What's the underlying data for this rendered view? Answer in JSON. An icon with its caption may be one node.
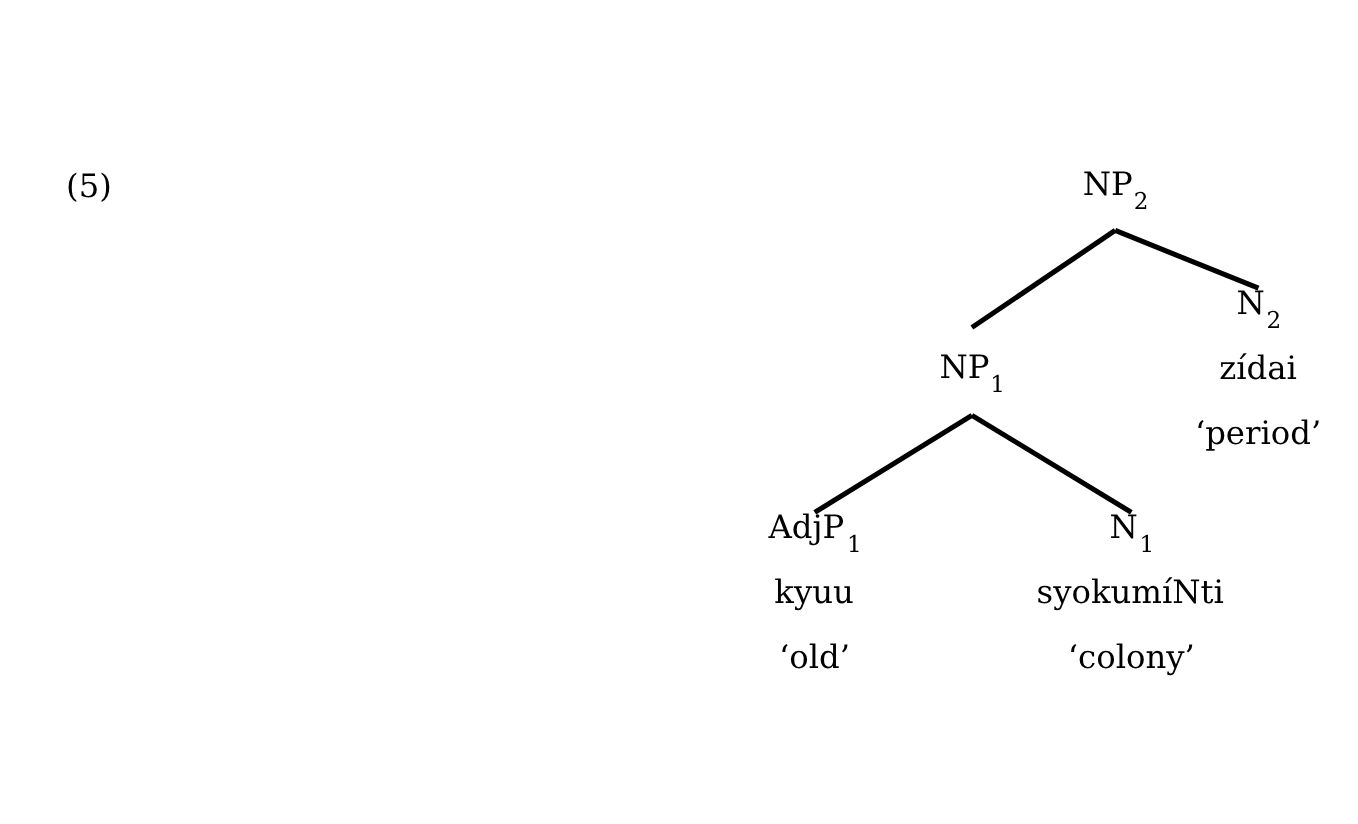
{
  "diagram": {
    "nodes": [
      {
        "text": [
          "NP$_{2}$"
        ]
      },
      {
        "text": [
          "NP$_{1}$"
        ]
      },
      {
        "text": [
          "N$_{2}$",
          "zídai",
          "‘period’"
        ]
      },
      {
        "text": [
          "AdjP$_{1}$",
          "kyuu",
          "‘old’"
        ]
      },
      {
        "text": [
          "N$_{1}$",
          "syokumíNti",
          "‘colony’"
        ]
      }
    ],
    "edges": [
      {
        "from": 0,
        "to": 1,
        "arrow": "none"
      },
      {
        "from": 0,
        "to": 2,
        "arrow": "none"
      },
      {
        "from": 1,
        "to": 3,
        "arrow": "none"
      },
      {
        "from": 1,
        "to": 4,
        "arrow": "none"
      }
    ],
    "labels": [
      "(5)"
    ]
  }
}
